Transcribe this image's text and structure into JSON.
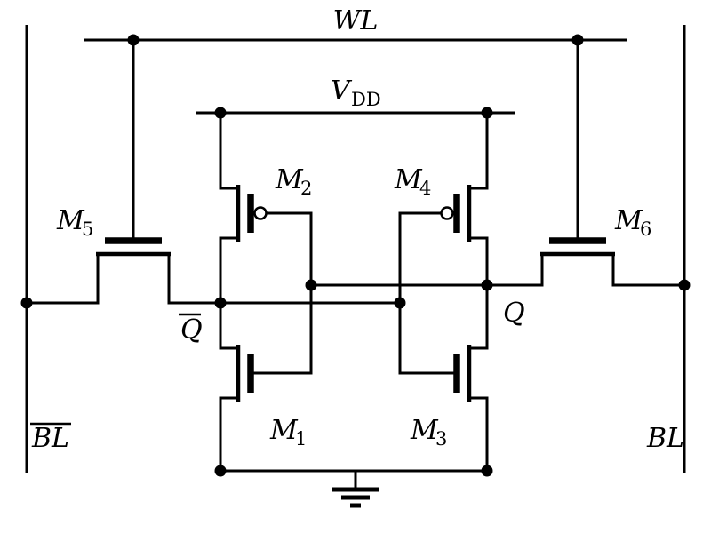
{
  "signals": {
    "wl": "WL",
    "vdd_base": "V",
    "vdd_sub": "DD",
    "q": "Q",
    "q_bar": "Q",
    "bl": "BL",
    "bl_bar": "BL"
  },
  "transistors": {
    "m1": {
      "base": "M",
      "sub": "1"
    },
    "m2": {
      "base": "M",
      "sub": "2"
    },
    "m3": {
      "base": "M",
      "sub": "3"
    },
    "m4": {
      "base": "M",
      "sub": "4"
    },
    "m5": {
      "base": "M",
      "sub": "5"
    },
    "m6": {
      "base": "M",
      "sub": "6"
    }
  },
  "colors": {
    "ink": "#000000",
    "paper": "#ffffff"
  }
}
